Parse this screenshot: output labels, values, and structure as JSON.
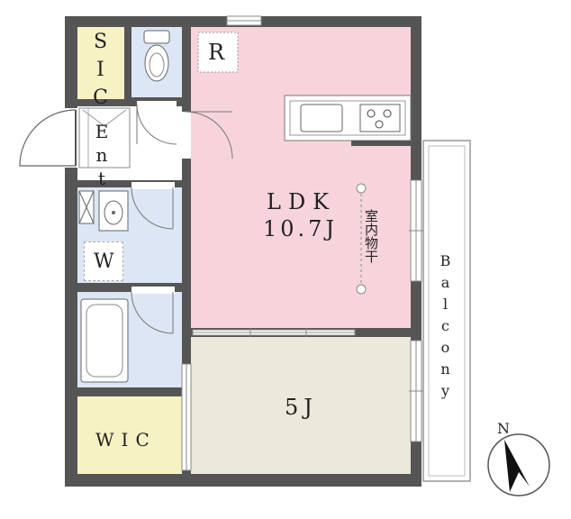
{
  "rooms": {
    "ldk": {
      "name": "LDK",
      "size": "10.7J",
      "color": "#f7d4dc"
    },
    "western": {
      "size": "5J",
      "color": "#ece8dc"
    },
    "sic": {
      "name": "SIC",
      "color": "#f6f2c4"
    },
    "wic": {
      "name": "WIC",
      "color": "#f6f2c4"
    },
    "entrance": {
      "name": "Ent"
    },
    "washroom": {
      "name": "W",
      "color": "#dde6f5"
    },
    "toilet": {
      "color": "#dde6f5"
    },
    "bath": {
      "color": "#dde6f5"
    }
  },
  "refrigerator_mark": "R",
  "drying_label": "室内物干",
  "balcony_label": "Balcony",
  "compass_label": "N",
  "wall_color": "#555555"
}
